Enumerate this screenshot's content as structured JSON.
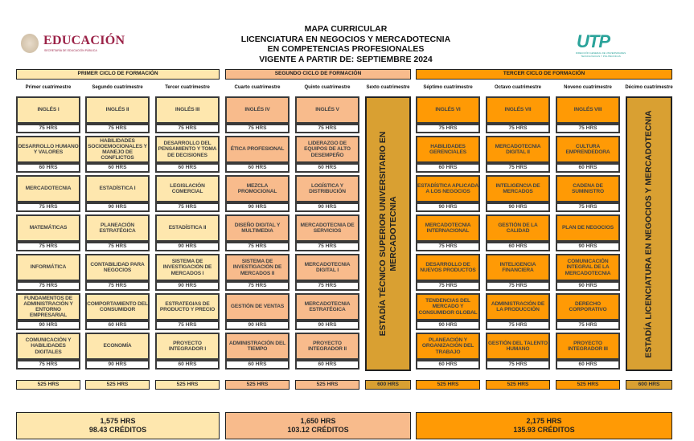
{
  "header": {
    "title_lines": [
      "MAPA CURRICULAR",
      "LICENCIATURA EN NEGOCIOS Y MERCADOTECNIA",
      "EN COMPETENCIAS PROFESIONALES",
      "VIGENTE A PARTIR DE: SEPTIEMBRE 2024"
    ],
    "sep_logo": {
      "title": "EDUCACIÓN",
      "subtitle": "SECRETARÍA DE EDUCACIÓN PÚBLICA"
    },
    "utp_logo": {
      "title": "UTP",
      "subtitle": "DIRECCIÓN GENERAL DE UNIVERSIDADES TECNOLÓGICAS Y POLITÉCNICAS"
    }
  },
  "colors": {
    "cycle1": "#fee7ae",
    "cycle2": "#f8bb8c",
    "cycle3": "#ff9a05",
    "estadia": "#d9a032"
  },
  "cycles": [
    "PRIMER CICLO DE FORMACIÓN",
    "SEGUNDO CICLO DE FORMACIÓN",
    "TERCER CICLO DE FORMACIÓN"
  ],
  "columns": [
    {
      "header": "Primer cuatrimestre",
      "cycle": 1,
      "subjects": [
        [
          "INGLÉS I",
          "75 HRS"
        ],
        [
          "DESARROLLO HUMANO Y VALORES",
          "60 HRS"
        ],
        [
          "MERCADOTECNIA",
          "75 HRS"
        ],
        [
          "MATEMÁTICAS",
          "75 HRS"
        ],
        [
          "INFORMÁTICA",
          "75 HRS"
        ],
        [
          "FUNDAMENTOS DE ADMINISTRACIÓN Y ENTORNO EMPRESARIAL",
          "90 HRS"
        ],
        [
          "COMUNICACIÓN Y HABILIDADES DIGITALES",
          "75 HRS"
        ]
      ],
      "total": "525 HRS"
    },
    {
      "header": "Segundo cuatrimestre",
      "cycle": 1,
      "subjects": [
        [
          "INGLÉS II",
          "75 HRS"
        ],
        [
          "HABILIDADES SOCIOEMOCIONALES Y MANEJO DE CONFLICTOS",
          "60 HRS"
        ],
        [
          "ESTADÍSTICA I",
          "90 HRS"
        ],
        [
          "PLANEACIÓN ESTRATÉGICA",
          "75 HRS"
        ],
        [
          "CONTABILIDAD PARA NEGOCIOS",
          "75 HRS"
        ],
        [
          "COMPORTAMIENTO DEL CONSUMIDOR",
          "60 HRS"
        ],
        [
          "ECONOMÍA",
          "90 HRS"
        ]
      ],
      "total": "525 HRS"
    },
    {
      "header": "Tercer cuatrimestre",
      "cycle": 1,
      "subjects": [
        [
          "INGLÉS III",
          "75 HRS"
        ],
        [
          "DESARROLLO DEL PENSAMIENTO Y TOMA DE DECISIONES",
          "60 HRS"
        ],
        [
          "LEGISLACIÓN COMERCIAL",
          "75 HRS"
        ],
        [
          "ESTADÍSTICA II",
          "90 HRS"
        ],
        [
          "SISTEMA DE INVESTIGACIÓN DE MERCADOS I",
          "90 HRS"
        ],
        [
          "ESTRATEGIAS DE PRODUCTO Y PRECIO",
          "75 HRS"
        ],
        [
          "PROYECTO INTEGRADOR I",
          "60 HRS"
        ]
      ],
      "total": "525 HRS"
    },
    {
      "header": "Cuarto cuatrimestre",
      "cycle": 2,
      "subjects": [
        [
          "INGLÉS IV",
          "75 HRS"
        ],
        [
          "ÉTICA PROFESIONAL",
          "60 HRS"
        ],
        [
          "MEZCLA PROMOCIONAL",
          "90 HRS"
        ],
        [
          "DISEÑO DIGITAL Y MULTIMEDIA",
          "75 HRS"
        ],
        [
          "SISTEMA DE INVESTIGACIÓN DE MERCADOS II",
          "75 HRS"
        ],
        [
          "GESTIÓN DE VENTAS",
          "90 HRS"
        ],
        [
          "ADMINISTRACIÓN DEL TIEMPO",
          "60 HRS"
        ]
      ],
      "total": "525 HRS"
    },
    {
      "header": "Quinto cuatrimestre",
      "cycle": 2,
      "subjects": [
        [
          "INGLÉS V",
          "75 HRS"
        ],
        [
          "LIDERAZGO DE EQUIPOS DE ALTO DESEMPEÑO",
          "60 HRS"
        ],
        [
          "LOGÍSTICA Y DISTRIBUCIÓN",
          "90 HRS"
        ],
        [
          "MERCADOTECNIA DE SERVICIOS",
          "75 HRS"
        ],
        [
          "MERCADOTECNIA DIGITAL I",
          "75 HRS"
        ],
        [
          "MERCADOTECNIA ESTRATÉGICA",
          "90 HRS"
        ],
        [
          "PROYECTO INTEGRADOR II",
          "60 HRS"
        ]
      ],
      "total": "525 HRS"
    },
    {
      "header": "Sexto cuatrimestre",
      "cycle": 0,
      "estadia": "ESTADÍA TÉCNICO SUPERIOR UNIVERSITARIO EN MERCADOTECNIA",
      "total": "600 HRS"
    },
    {
      "header": "Séptimo cuatrimestre",
      "cycle": 3,
      "subjects": [
        [
          "INGLÉS VI",
          "75 HRS"
        ],
        [
          "HABILIDADES GERENCIALES",
          "60 HRS"
        ],
        [
          "ESTADÍSTICA APLICADA A LOS NEGOCIOS",
          "90 HRS"
        ],
        [
          "MERCADOTECNIA INTERNACIONAL",
          "75 HRS"
        ],
        [
          "DESARROLLO DE NUEVOS PRODUCTOS",
          "75 HRS"
        ],
        [
          "TENDENCIAS DEL MERCADO Y CONSUMIDOR GLOBAL",
          "90 HRS"
        ],
        [
          "PLANEACIÓN Y ORGANIZACIÓN DEL TRABAJO",
          "60 HRS"
        ]
      ],
      "total": "525 HRS"
    },
    {
      "header": "Octavo cuatrimestre",
      "cycle": 3,
      "subjects": [
        [
          "INGLÉS VII",
          "75 HRS"
        ],
        [
          "MERCADOTECNIA DIGITAL II",
          "75 HRS"
        ],
        [
          "INTELIGENCIA DE MERCADOS",
          "90 HRS"
        ],
        [
          "GESTIÓN DE LA CALIDAD",
          "60 HRS"
        ],
        [
          "INTELIGENCIA FINANCIERA",
          "75 HRS"
        ],
        [
          "ADMINISTRACIÓN DE LA PRODUCCIÓN",
          "75 HRS"
        ],
        [
          "GESTIÓN DEL TALENTO HUMANO",
          "75 HRS"
        ]
      ],
      "total": "525 HRS"
    },
    {
      "header": "Noveno cuatrimestre",
      "cycle": 3,
      "subjects": [
        [
          "INGLÉS  VIII",
          "75 HRS"
        ],
        [
          "CULTURA EMPRENDEDORA",
          "60 HRS"
        ],
        [
          "CADENA DE SUMINISTRO",
          "75 HRS"
        ],
        [
          "PLAN DE NEGOCIOS",
          "90 HRS"
        ],
        [
          "COMUNICACIÓN INTEGRAL DE LA MERCADOTECNIA",
          "90 HRS"
        ],
        [
          "DERECHO CORPORATIVO",
          "75 HRS"
        ],
        [
          "PROYECTO INTEGRADOR III",
          "60 HRS"
        ]
      ],
      "total": "525 HRS"
    },
    {
      "header": "Décimo cuatrimestre",
      "cycle": 0,
      "estadia": "ESTADÍA LICENCIATURA EN NEGOCIOS Y MERCADOTECNIA",
      "total": "600 HRS"
    }
  ],
  "summary": [
    {
      "hours": "1,575 HRS",
      "credits": "98.43 CRÉDITOS"
    },
    {
      "hours": "1,650 HRS",
      "credits": "103.12 CRÉDITOS"
    },
    {
      "hours": "2,175 HRS",
      "credits": "135.93 CRÉDITOS"
    }
  ]
}
